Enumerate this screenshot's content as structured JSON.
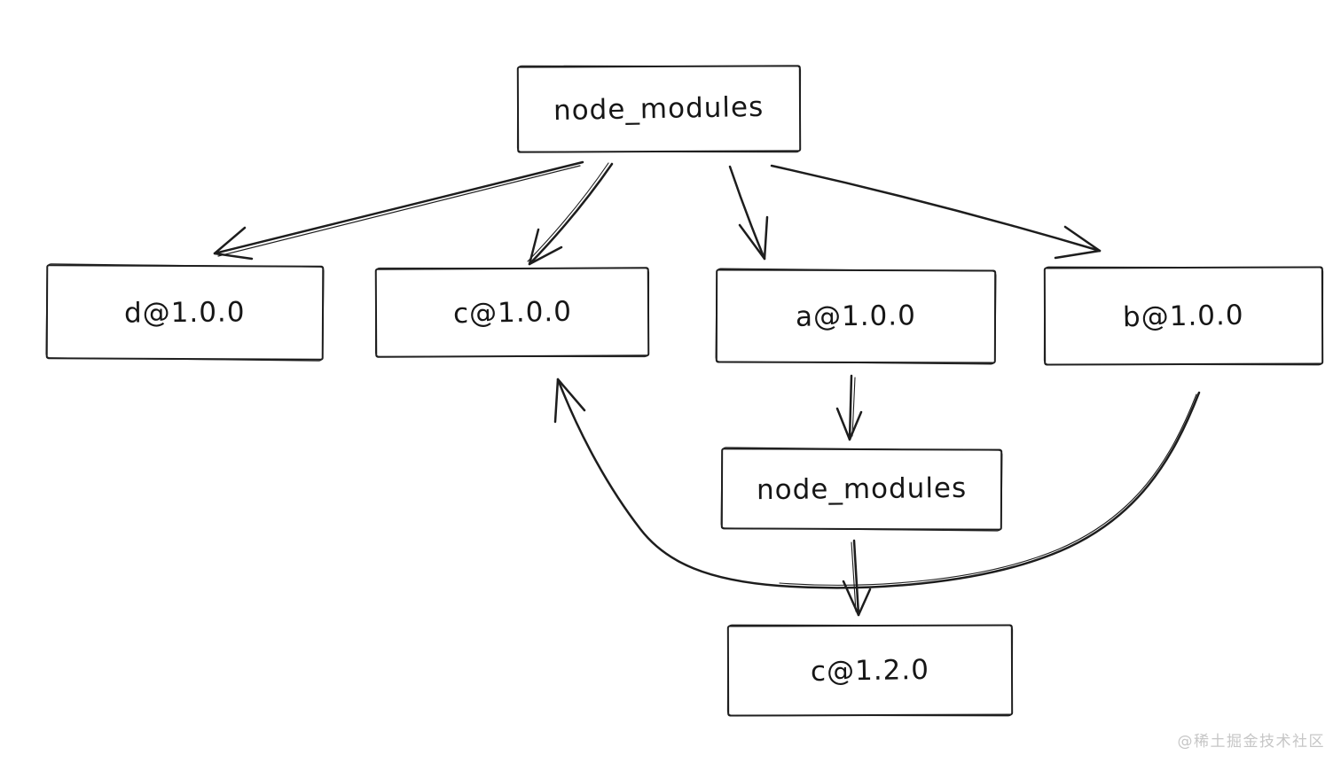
{
  "colors": {
    "stroke": "#1d1d1d",
    "background": "#ffffff",
    "watermark_text_color": "#c6c6c6"
  },
  "diagram": {
    "nodes": [
      {
        "id": "root-node-modules",
        "label": "node_modules"
      },
      {
        "id": "d-1-0-0",
        "label": "d@1.0.0"
      },
      {
        "id": "c-1-0-0",
        "label": "c@1.0.0"
      },
      {
        "id": "a-1-0-0",
        "label": "a@1.0.0"
      },
      {
        "id": "b-1-0-0",
        "label": "b@1.0.0"
      },
      {
        "id": "nested-node-modules",
        "label": "node_modules"
      },
      {
        "id": "c-1-2-0",
        "label": "c@1.2.0"
      }
    ],
    "edges": [
      {
        "from": "root-node-modules",
        "to": "d-1-0-0",
        "style": "straight-arrow"
      },
      {
        "from": "root-node-modules",
        "to": "c-1-0-0",
        "style": "straight-arrow"
      },
      {
        "from": "root-node-modules",
        "to": "a-1-0-0",
        "style": "straight-arrow"
      },
      {
        "from": "root-node-modules",
        "to": "b-1-0-0",
        "style": "straight-arrow"
      },
      {
        "from": "a-1-0-0",
        "to": "nested-node-modules",
        "style": "straight-arrow"
      },
      {
        "from": "nested-node-modules",
        "to": "c-1-2-0",
        "style": "straight-arrow"
      },
      {
        "from": "b-1-0-0",
        "to": "c-1-0-0",
        "style": "curved-arrow"
      }
    ]
  },
  "watermark": {
    "text": "@稀土掘金技术社区"
  }
}
